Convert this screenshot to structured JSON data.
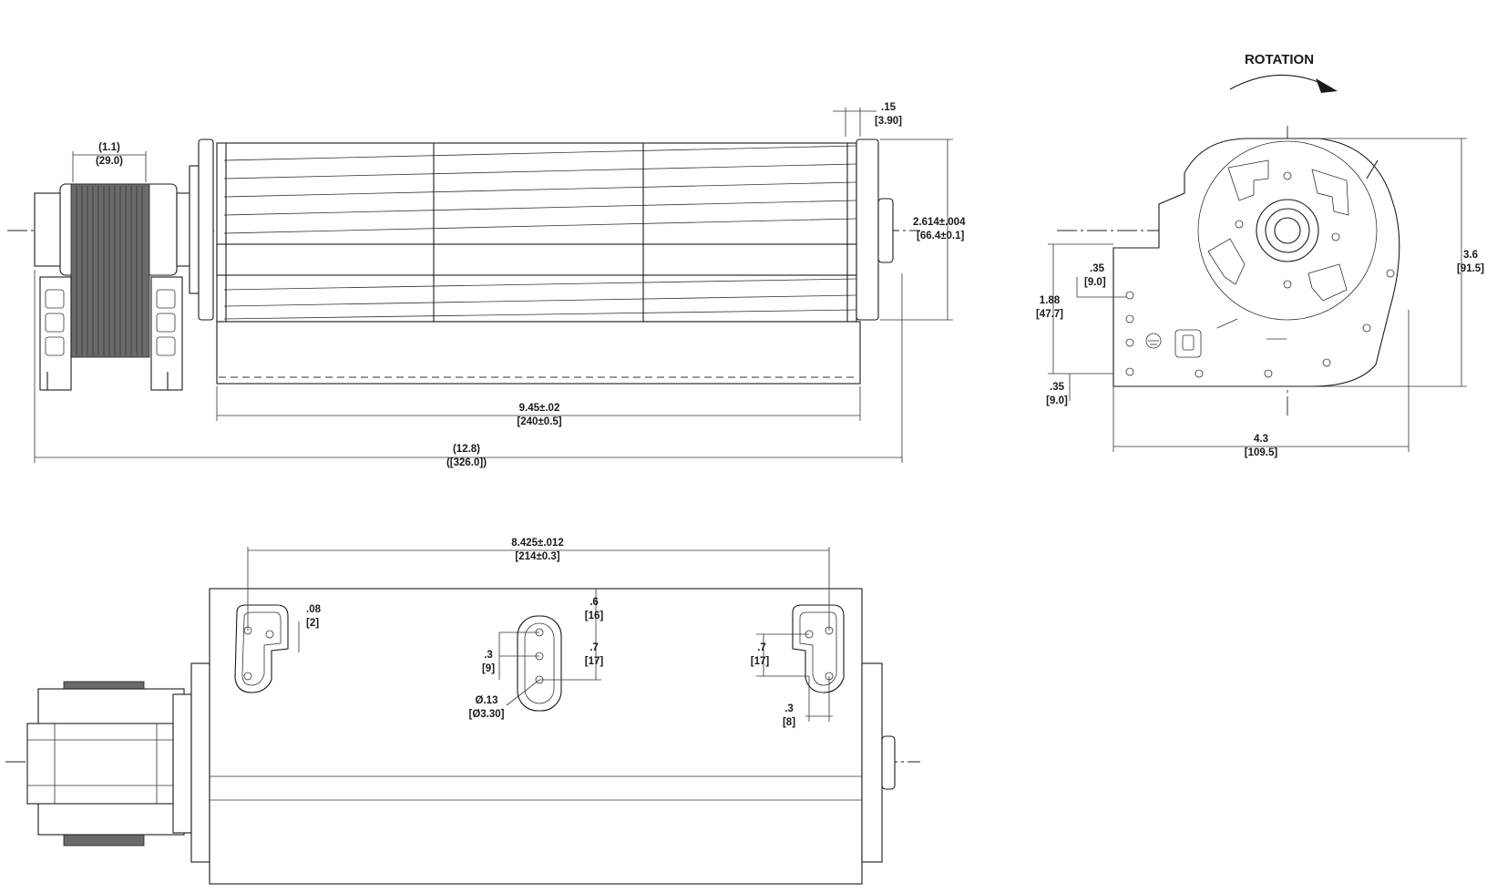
{
  "labels": {
    "rotation": "ROTATION",
    "front_view": {
      "d_1_1": "(1.1)",
      "d_29_0": "(29.0)",
      "d_15": ".15",
      "d_3_90": "[3.90]",
      "d_2614": "2.614±.004",
      "d_66_4": "[66.4±0.1]",
      "d_9_45": "9.45±.02",
      "d_240": "[240±0.5]",
      "d_12_8": "(12.8)",
      "d_326": "([326.0])"
    },
    "side_view": {
      "d_35a": ".35",
      "d_9_0a": "[9.0]",
      "d_1_88": "1.88",
      "d_47_7": "[47.7]",
      "d_35b": ".35",
      "d_9_0b": "[9.0]",
      "d_3_6": "3.6",
      "d_91_5": "[91.5]",
      "d_4_3": "4.3",
      "d_109_5": "[109.5]"
    },
    "bottom_view": {
      "d_8425": "8.425±.012",
      "d_214": "[214±0.3]",
      "d_08": ".08",
      "d_2": "[2]",
      "d_6": ".6",
      "d_16": "[16]",
      "d_3": ".3",
      "d_9": "[9]",
      "d_7a": ".7",
      "d_17a": "[17]",
      "d_7b": ".7",
      "d_17b": "[17]",
      "d_dia": "Ø.13",
      "d_dia_mm": "[Ø3.30]",
      "d_3b": ".3",
      "d_8": "[8]"
    }
  }
}
